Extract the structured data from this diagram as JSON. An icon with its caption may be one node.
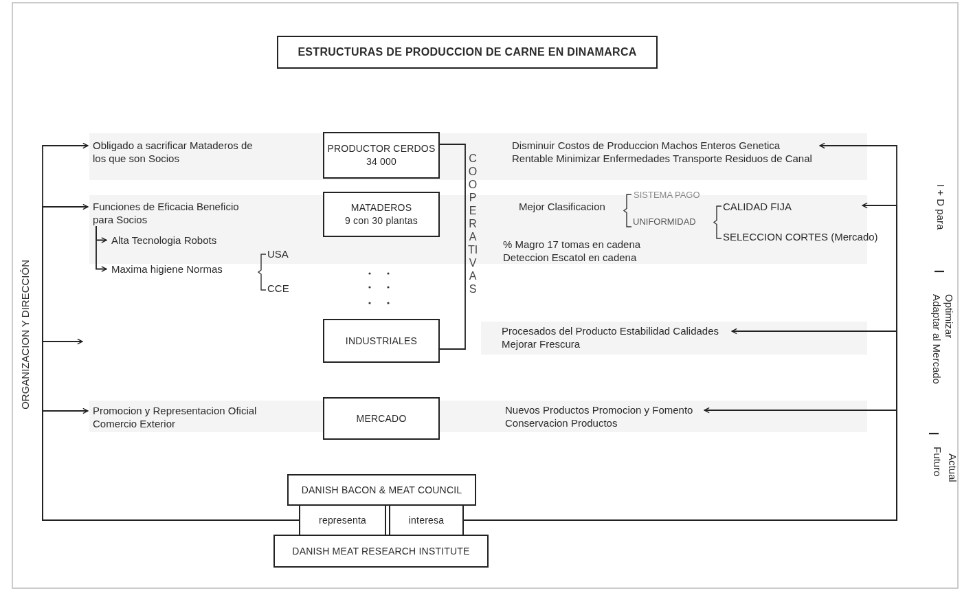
{
  "diagram": {
    "title": "ESTRUCTURAS DE PRODUCCION DE CARNE EN DINAMARCA",
    "nodes": [
      {
        "text": [
          "PRODUCTOR CERDOS",
          "34 000"
        ]
      },
      {
        "text": [
          "MATADEROS",
          "9 con 30 plantas"
        ]
      },
      {
        "text": [
          "INDUSTRIALES"
        ]
      },
      {
        "text": [
          "MERCADO"
        ]
      },
      {
        "text": [
          "DANISH BACON & MEAT COUNCIL"
        ]
      },
      {
        "text": [
          "representa"
        ]
      },
      {
        "text": [
          "interesa"
        ]
      },
      {
        "text": [
          "DANISH MEAT RESEARCH INSTITUTE"
        ]
      },
      {
        "text": [
          "Obligado a sacrificar Mataderos de los que son Socios"
        ]
      },
      {
        "text": [
          "Funciones de Eficacia Beneficio para Socios"
        ]
      },
      {
        "text": [
          "Alta Tecnologia Robots"
        ]
      },
      {
        "text": [
          "Maxima higiene Normas"
        ]
      },
      {
        "text": [
          "Promocion y Representacion Oficial Comercio Exterior"
        ]
      },
      {
        "text": [
          "Disminuir Costos de Produccion Machos Enteros Genetica Rentable Minimizar Enfermedades Transporte Residuos de Canal"
        ]
      },
      {
        "text": [
          "Procesados del Producto Estabilidad Calidades Mejorar Frescura"
        ]
      },
      {
        "text": [
          "Nuevos Productos Promocion y Fomento Conservacion Productos"
        ]
      }
    ],
    "edges": [
      {
        "from": 0,
        "to": 2,
        "arrow": "none",
        "label": "COOPERATIVAS"
      },
      {
        "from": 5,
        "to": 8,
        "arrow": "to"
      },
      {
        "from": 5,
        "to": 9,
        "arrow": "to"
      },
      {
        "from": 5,
        "to": null,
        "arrow": "to"
      },
      {
        "from": 5,
        "to": 12,
        "arrow": "to"
      },
      {
        "from": 9,
        "to": 10,
        "arrow": "to"
      },
      {
        "from": 9,
        "to": 11,
        "arrow": "to"
      },
      {
        "from": 6,
        "to": 13,
        "arrow": "to"
      },
      {
        "from": 6,
        "to": null,
        "arrow": "to"
      },
      {
        "from": 6,
        "to": 14,
        "arrow": "to"
      },
      {
        "from": 6,
        "to": 15,
        "arrow": "to"
      }
    ],
    "labels": [
      "USA",
      "CCE",
      "Mejor Clasificacion",
      "SISTEMA PAGO",
      "UNIFORMIDAD",
      "CALIDAD FIJA",
      "SELECCION CORTES (Mercado)",
      "% Magro 17 tomas en cadena Deteccion Escatol en cadena",
      "ORGANIZACION Y DIRECCIÓN",
      "I + D para",
      "Optimizar",
      "Adaptar al Mercado",
      "Actual",
      "Futuro"
    ]
  }
}
